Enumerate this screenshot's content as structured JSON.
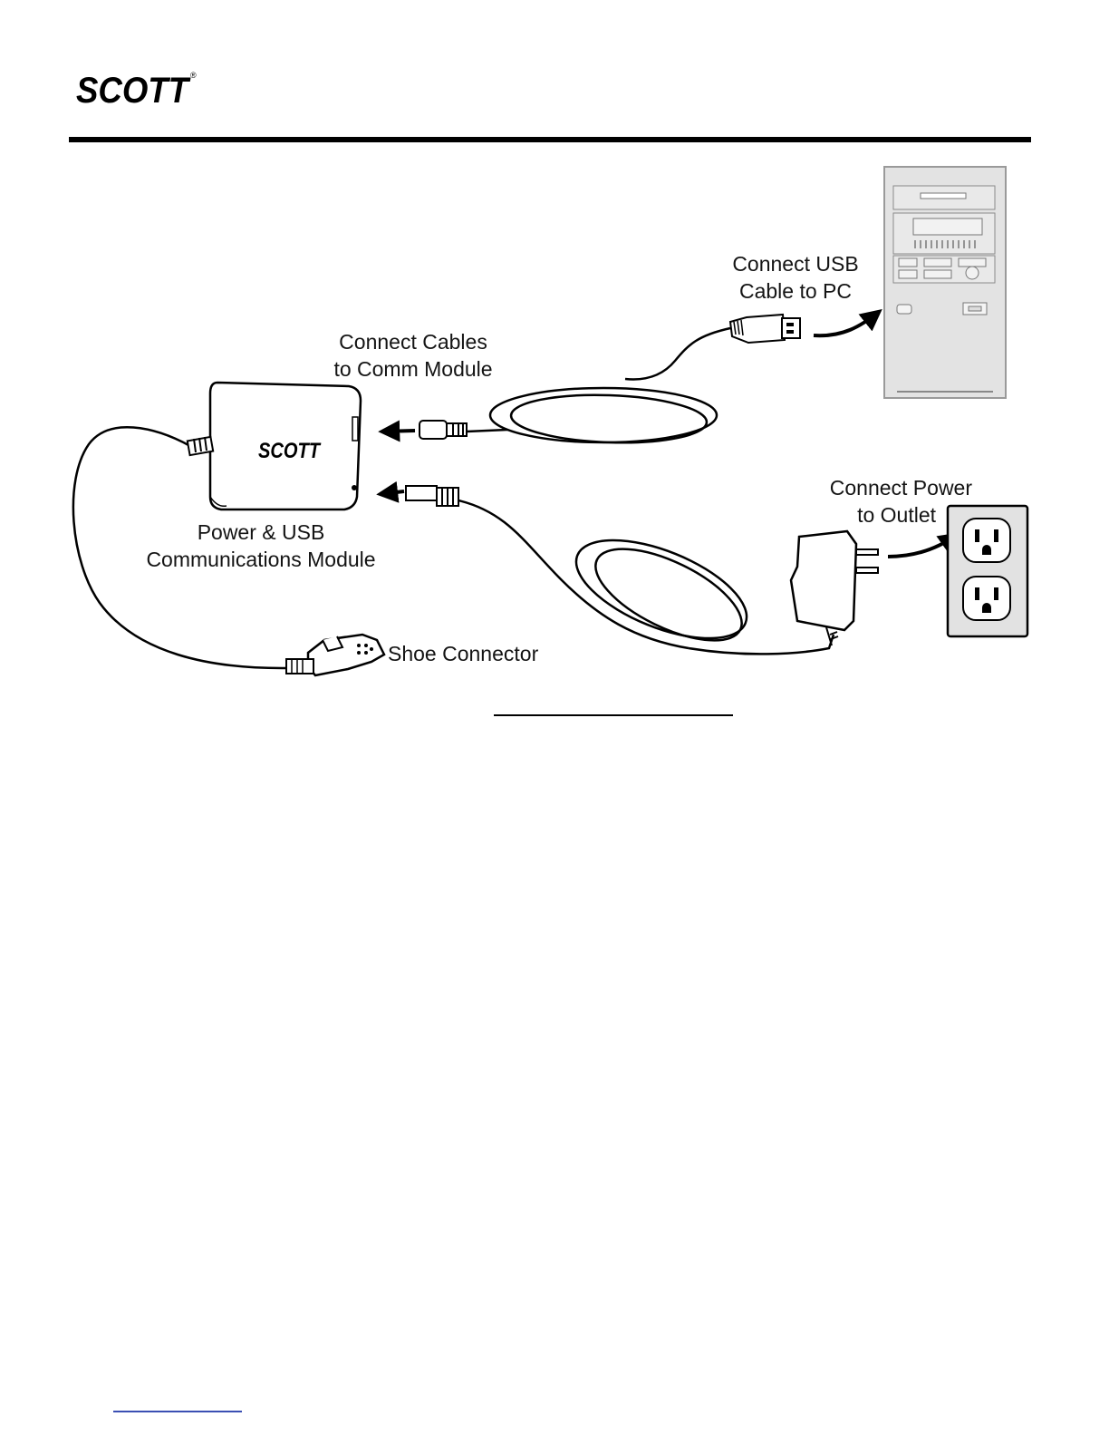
{
  "header": {
    "logo_text": "SCOTT",
    "logo_mark": "®"
  },
  "diagram": {
    "labels": {
      "usb_to_pc": [
        "Connect USB",
        "Cable to PC"
      ],
      "cables_to_module": [
        "Connect Cables",
        "to Comm Module"
      ],
      "module_name": [
        "Power & USB",
        "Communications Module"
      ],
      "power_to_outlet": [
        "Connect Power",
        "to Outlet"
      ],
      "shoe_connector": "Shoe Connector"
    },
    "module_logo_text": "SCOTT"
  },
  "icons": [
    "pc-tower-icon",
    "usb-plug-icon",
    "comm-module-icon",
    "power-adapter-icon",
    "wall-outlet-icon",
    "shoe-connector-icon",
    "arrow-icon"
  ]
}
